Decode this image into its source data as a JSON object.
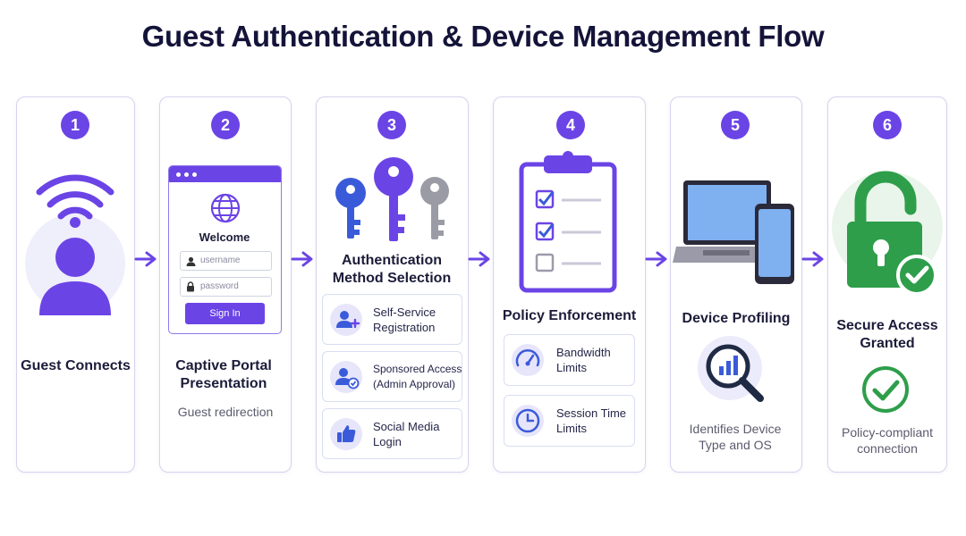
{
  "title": "Guest Authentication & Device Management Flow",
  "colors": {
    "accent": "#6b44e6",
    "green": "#2e9e4a",
    "blue": "#3a5bd9"
  },
  "steps": [
    {
      "number": "1",
      "label": "Guest Connects",
      "icons": [
        "wifi-icon",
        "guest-user-icon"
      ]
    },
    {
      "number": "2",
      "label": "Captive Portal Presentation",
      "sub": "Guest redirection",
      "portal": {
        "heading": "Welcome",
        "username_placeholder": "username",
        "password_placeholder": "password",
        "button": "Sign In"
      }
    },
    {
      "number": "3",
      "label": "Authentication Method Selection",
      "icons": [
        "keys-icon"
      ],
      "options": [
        {
          "icon": "user-add-icon",
          "text": "Self-Service Registration"
        },
        {
          "icon": "user-check-icon",
          "text": "Sponsored Access (Admin Approval)"
        },
        {
          "icon": "thumbs-up-icon",
          "text": "Social Media Login"
        }
      ]
    },
    {
      "number": "4",
      "label": "Policy Enforcement",
      "icons": [
        "clipboard-checklist-icon"
      ],
      "options": [
        {
          "icon": "speedometer-icon",
          "text": "Bandwidth Limits"
        },
        {
          "icon": "clock-icon",
          "text": "Session Time Limits"
        }
      ]
    },
    {
      "number": "5",
      "label": "Device Profiling",
      "sub": "Identifies Device Type and OS",
      "icons": [
        "laptop-icon",
        "phone-icon",
        "magnifier-chart-icon"
      ]
    },
    {
      "number": "6",
      "label": "Secure Access Granted",
      "sub": "Policy-compliant connection",
      "icons": [
        "unlocked-padlock-icon",
        "checkmark-icon"
      ]
    }
  ]
}
